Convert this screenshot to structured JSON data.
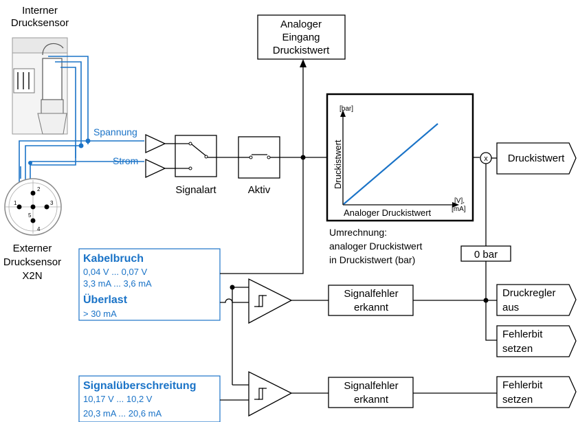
{
  "sensors": {
    "internal_line1": "Interner",
    "internal_line2": "Drucksensor",
    "external_line1": "Externer",
    "external_line2": "Drucksensor",
    "external_line3": "X2N",
    "pins": [
      "1",
      "2",
      "3",
      "4",
      "5"
    ]
  },
  "inputs": {
    "voltage": "Spannung",
    "current": "Strom"
  },
  "blocks": {
    "signal_type": "Signalart",
    "active": "Aktiv",
    "analog_input_l1": "Analoger",
    "analog_input_l2": "Eingang",
    "analog_input_l3": "Druckistwert",
    "signal_error_1_l1": "Signalfehler",
    "signal_error_1_l2": "erkannt",
    "signal_error_2_l1": "Signalfehler",
    "signal_error_2_l2": "erkannt",
    "zero_bar": "0 bar",
    "multiply": "x"
  },
  "graph": {
    "y_unit": "[bar]",
    "y_label": "Druckistwert",
    "x_label": "Analoger Druckistwert",
    "x_unit_l1": "[V],",
    "x_unit_l2": "[mA]"
  },
  "conversion_note": {
    "line1": "Umrechnung:",
    "line2": "analoger Druckistwert",
    "line3": "in Druckistwert (bar)"
  },
  "thresholds_box1": {
    "title1": "Kabelbruch",
    "line1": "0,04 V ... 0,07 V",
    "line2": "3,3 mA ... 3,6 mA",
    "title2": "Überlast",
    "line3": "> 30 mA"
  },
  "thresholds_box2": {
    "title": "Signalüberschreitung",
    "line1": "10,17 V ... 10,2 V",
    "line2": "20,3 mA ... 20,6 mA"
  },
  "outputs": {
    "pressure_value": "Druckistwert",
    "controller_off_l1": "Druckregler",
    "controller_off_l2": "aus",
    "error_bit_1_l1": "Fehlerbit",
    "error_bit_1_l2": "setzen",
    "error_bit_2_l1": "Fehlerbit",
    "error_bit_2_l2": "setzen"
  },
  "colors": {
    "accent_blue": "#1a73c7",
    "line": "#000000"
  }
}
